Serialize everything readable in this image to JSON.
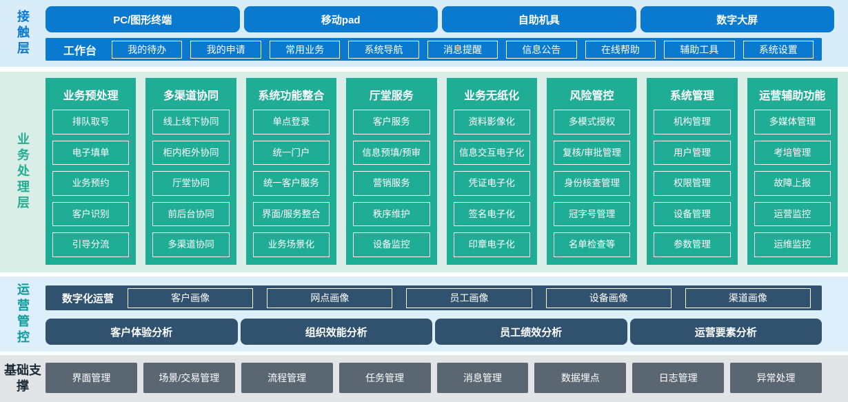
{
  "palette": {
    "blue": "#0a79d0",
    "blue_bg": "#d9ecf9",
    "green": "#1fad96",
    "green_bg": "#d9eee7",
    "green_label": "#23ad92",
    "slate": "#31526e",
    "ops_bg": "#dceffb",
    "gray": "#5a6773",
    "gray_bg": "#e2e4e6",
    "teal_text": "#0d9a9b",
    "navy_text": "#1c2b36"
  },
  "contact_layer": {
    "label": "接触层",
    "terminals": [
      "PC/图形终端",
      "移动pad",
      "自助机具",
      "数字大屏"
    ],
    "workbench": {
      "label": "工作台",
      "items": [
        "我的待办",
        "我的申请",
        "常用业务",
        "系统导航",
        "消息提醒",
        "信息公告",
        "在线帮助",
        "辅助工具",
        "系统设置"
      ]
    }
  },
  "business_layer": {
    "label": "业务处理层",
    "columns": [
      {
        "title": "业务预处理",
        "items": [
          "排队取号",
          "电子填单",
          "业务预约",
          "客户识别",
          "引导分流"
        ]
      },
      {
        "title": "多渠道协同",
        "items": [
          "线上线下协同",
          "柜内柜外协同",
          "厅堂协同",
          "前后台协同",
          "多渠道协同"
        ]
      },
      {
        "title": "系统功能整合",
        "items": [
          "单点登录",
          "统一门户",
          "统一客户服务",
          "界面/服务整合",
          "业务场景化"
        ]
      },
      {
        "title": "厅堂服务",
        "items": [
          "客户服务",
          "信息预填/预审",
          "营销服务",
          "秩序维护",
          "设备监控"
        ]
      },
      {
        "title": "业务无纸化",
        "items": [
          "资料影像化",
          "信息交互电子化",
          "凭证电子化",
          "签名电子化",
          "印章电子化"
        ]
      },
      {
        "title": "风险管控",
        "items": [
          "多模式授权",
          "复核/审批管理",
          "身份核查管理",
          "冠字号管理",
          "名单检查等"
        ]
      },
      {
        "title": "系统管理",
        "items": [
          "机构管理",
          "用户管理",
          "权限管理",
          "设备管理",
          "参数管理"
        ]
      },
      {
        "title": "运营辅助功能",
        "items": [
          "多媒体管理",
          "考培管理",
          "故障上报",
          "运营监控",
          "运维监控"
        ]
      }
    ]
  },
  "operations_layer": {
    "label": "运营管控",
    "digital_ops": {
      "label": "数字化运营",
      "items": [
        "客户画像",
        "网点画像",
        "员工画像",
        "设备画像",
        "渠道画像"
      ]
    },
    "analysis": [
      "客户体验分析",
      "组织效能分析",
      "员工绩效分析",
      "运营要素分析"
    ]
  },
  "foundation_layer": {
    "label": "基础支撑",
    "items": [
      "界面管理",
      "场景/交易管理",
      "流程管理",
      "任务管理",
      "消息管理",
      "数据埋点",
      "日志管理",
      "异常处理"
    ]
  }
}
